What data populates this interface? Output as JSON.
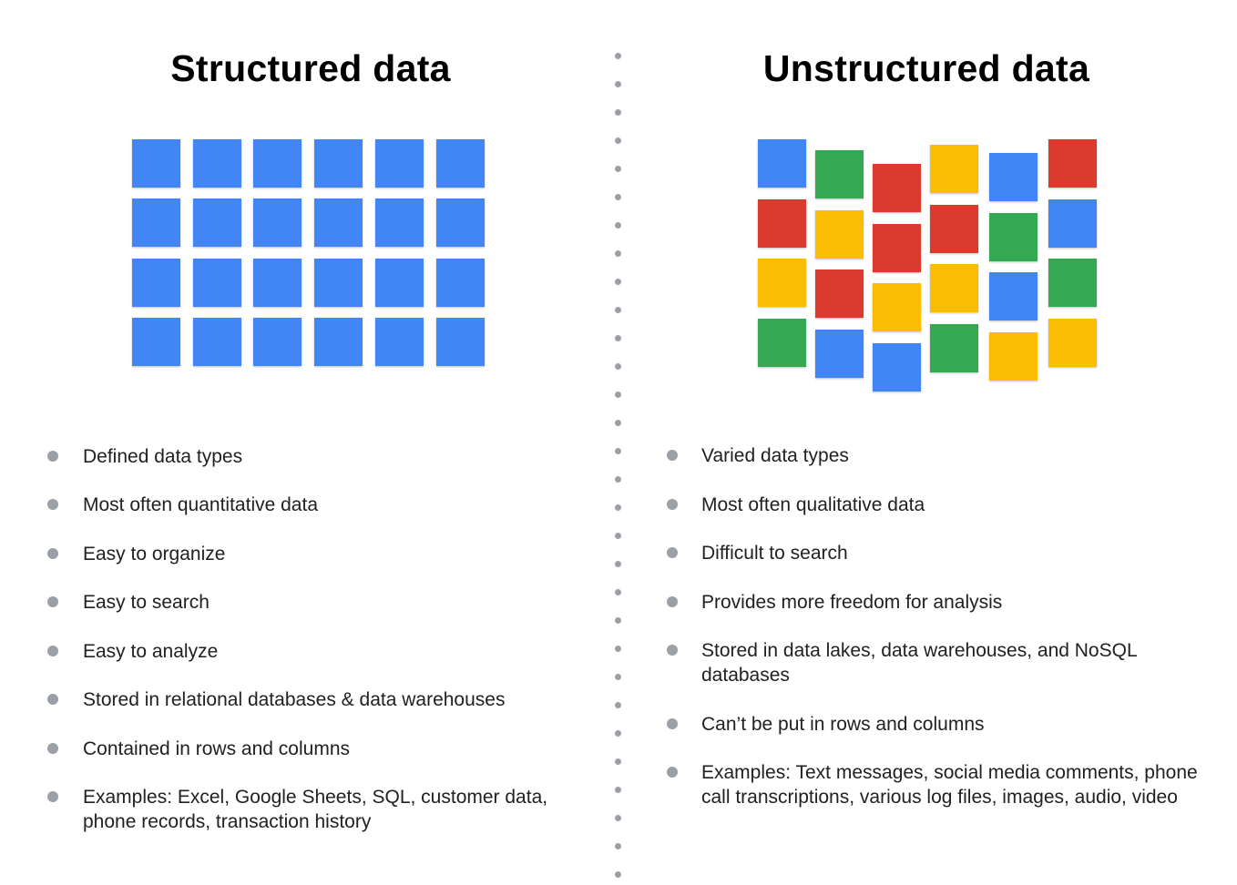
{
  "colors": {
    "blue": "#4285f4",
    "red": "#db3a2e",
    "yellow": "#fbbc04",
    "green": "#34a853",
    "bullet_dot": "#9aa0a6",
    "divider_dot": "#9aa0a6"
  },
  "structured": {
    "title": "Structured data",
    "grid": {
      "rows": 4,
      "cols": 6,
      "color": "blue"
    },
    "bullets": [
      "Defined data types",
      "Most often quantitative data",
      "Easy to organize",
      "Easy to search",
      "Easy to analyze",
      "Stored in relational databases & data warehouses",
      "Contained in rows and columns",
      "Examples: Excel, Google Sheets, SQL, customer data, phone records, transaction history"
    ]
  },
  "unstructured": {
    "title": "Unstructured data",
    "columns": [
      [
        "blue",
        "red",
        "yellow",
        "green"
      ],
      [
        "green",
        "yellow",
        "red",
        "blue"
      ],
      [
        "red",
        "red",
        "yellow",
        "blue"
      ],
      [
        "yellow",
        "red",
        "yellow",
        "green"
      ],
      [
        "blue",
        "green",
        "blue",
        "yellow"
      ],
      [
        "red",
        "blue",
        "green",
        "yellow"
      ]
    ],
    "bullets": [
      "Varied data types",
      "Most often qualitative data",
      "Difficult to search",
      "Provides more freedom for analysis",
      "Stored in data lakes, data warehouses, and NoSQL databases",
      "Can’t be put in rows and columns",
      "Examples: Text messages, social media comments, phone call transcriptions, various log files, images, audio, video"
    ]
  }
}
